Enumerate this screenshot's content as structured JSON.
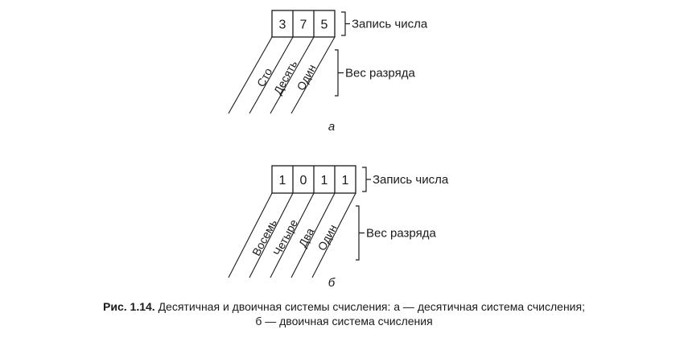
{
  "panels": [
    {
      "digits": [
        "3",
        "7",
        "5"
      ],
      "weights": [
        "Сто",
        "Десять",
        "Один"
      ],
      "number_label": "Запись числа",
      "weight_label": "Вес разряда",
      "sublabel": "а"
    },
    {
      "digits": [
        "1",
        "0",
        "1",
        "1"
      ],
      "weights": [
        "Восемь",
        "Четыре",
        "Два",
        "Один"
      ],
      "number_label": "Запись числа",
      "weight_label": "Вес разряда",
      "sublabel": "б"
    }
  ],
  "caption": {
    "prefix": "Рис. 1.14.",
    "line1": "Десятичная и двоичная системы счисления: а — десятичная система счисления;",
    "line2": "б — двоичная система счисления"
  }
}
